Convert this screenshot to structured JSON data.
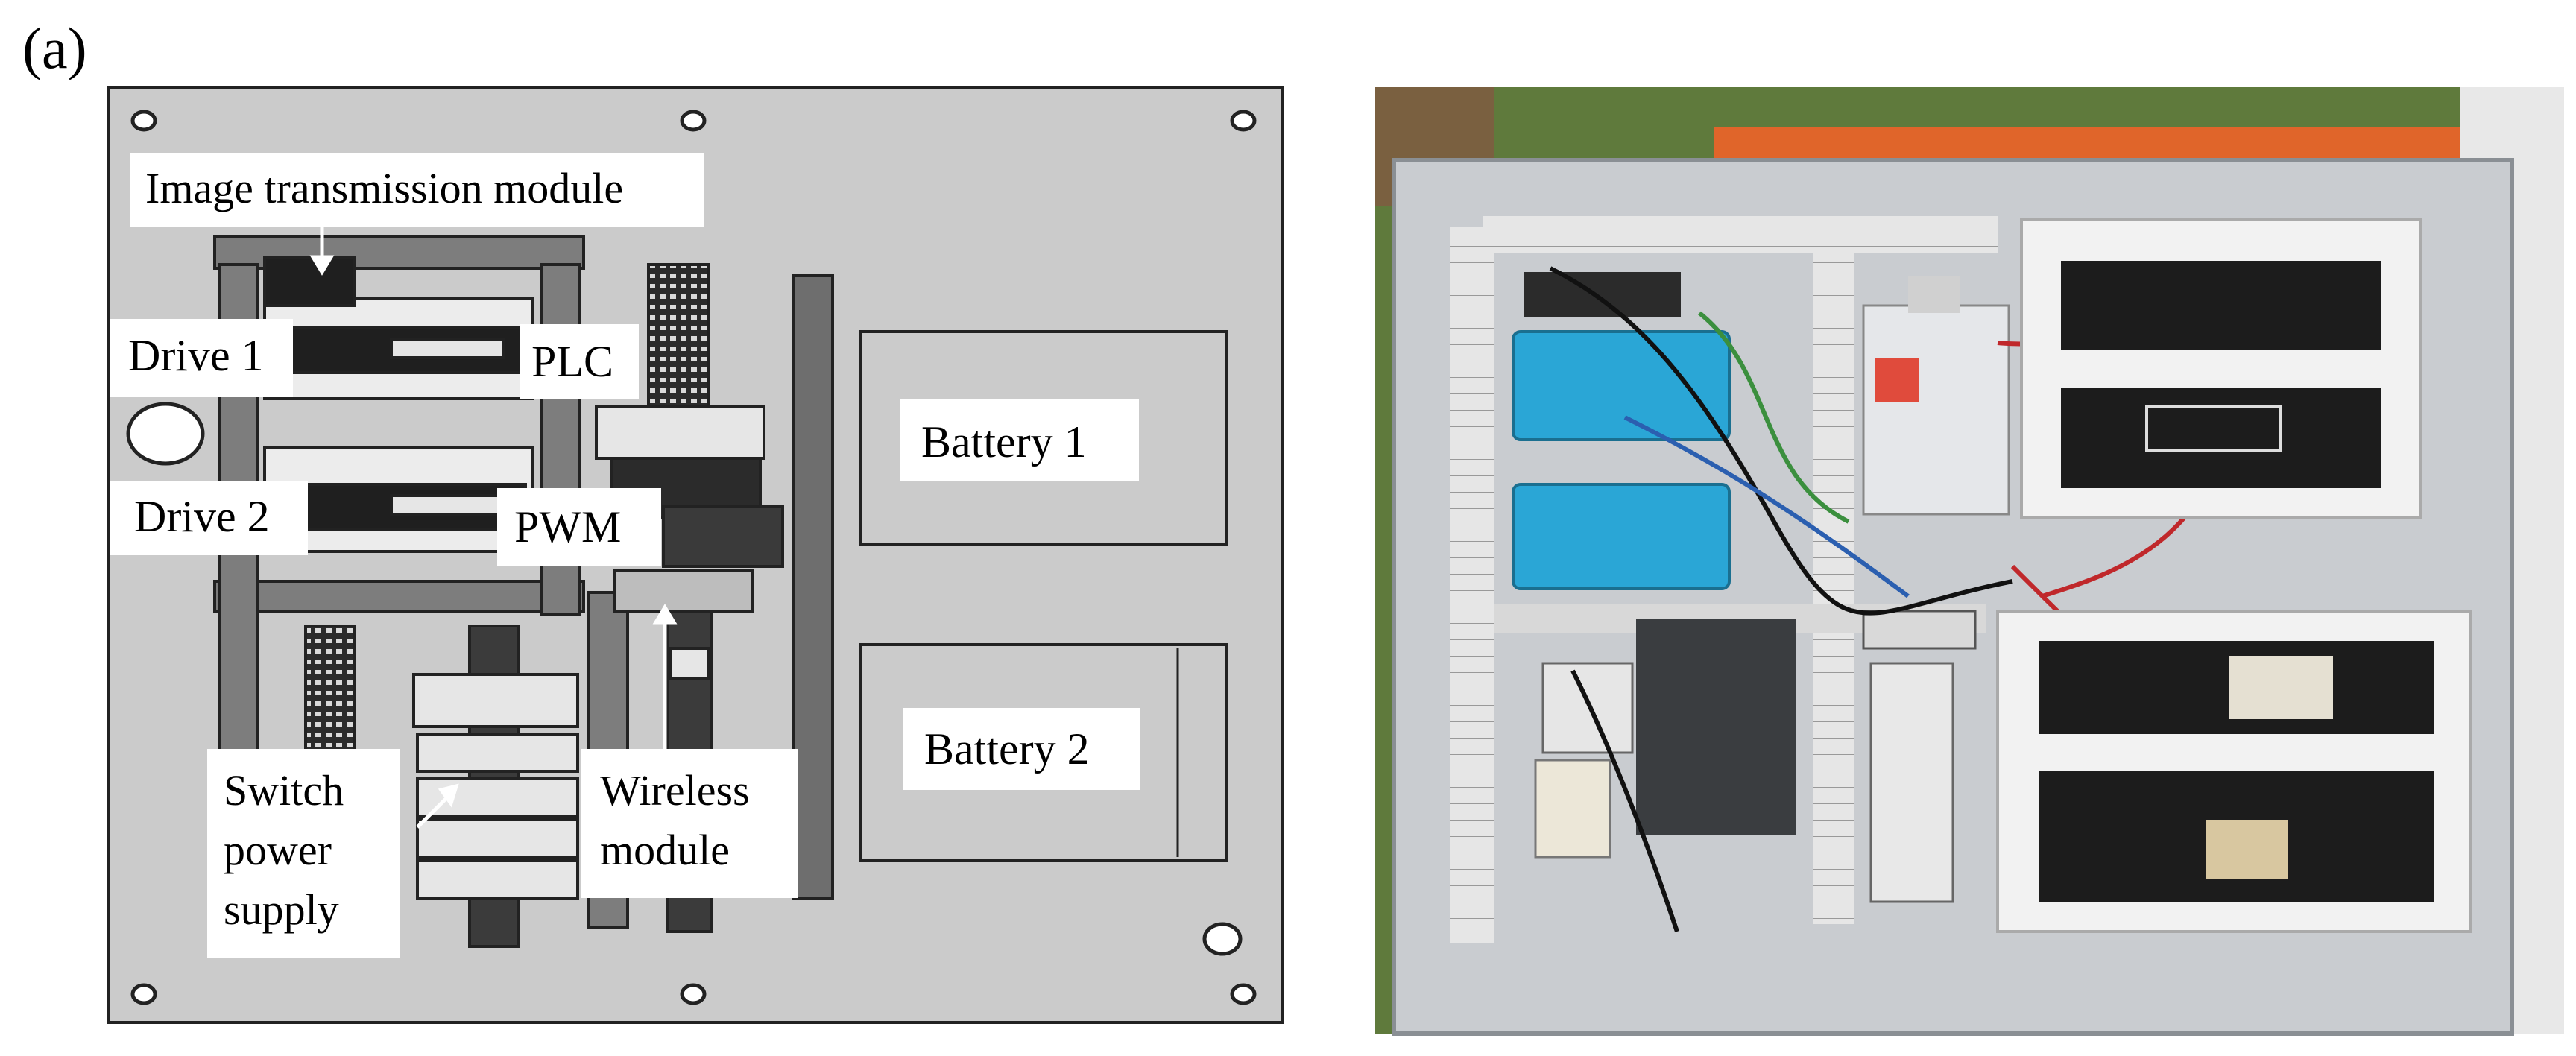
{
  "figure": {
    "panel_label": "(a)",
    "labels": {
      "image_transmission": "Image transmission module",
      "drive1": "Drive 1",
      "drive2": "Drive 2",
      "plc": "PLC",
      "pwm": "PWM",
      "battery1": "Battery 1",
      "battery2": "Battery 2",
      "switch_power_supply": [
        "Switch",
        "power",
        "supply"
      ],
      "wireless_module": [
        "Wireless",
        "module"
      ]
    }
  },
  "colors": {
    "plate": "#cbcbcb",
    "frame": "#7d7d7d",
    "photo_plate": "#c9ccd0",
    "blue_drive": "#2aa6d6",
    "orange_chassis": "#e0652a",
    "grass": "#5f7a3c",
    "battery_black": "#1c1c1c"
  }
}
